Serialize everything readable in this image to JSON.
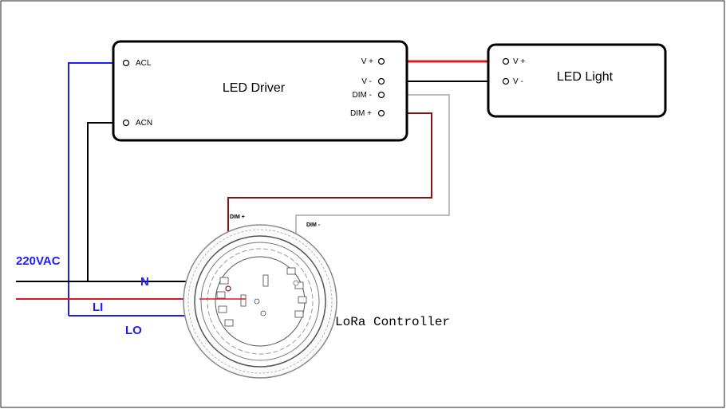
{
  "colors": {
    "blue": "#1c1cff",
    "black": "#000000",
    "red": "#e0161b",
    "darkred": "#8b1212",
    "gray": "#bdbdbd"
  },
  "driver": {
    "title": "LED Driver",
    "acl": "ACL",
    "acn": "ACN",
    "vplus": "V +",
    "vminus": "V -",
    "dimminus": "DIM -",
    "dimplus": "DIM +"
  },
  "light": {
    "title": "LED Light",
    "vplus": "V +",
    "vminus": "V -"
  },
  "mains": {
    "voltage": "220VAC",
    "n": "N",
    "li": "LI",
    "lo": "LO"
  },
  "controller": {
    "title": "LoRa Controller",
    "dimplus": "DIM +",
    "dimminus": "DIM -"
  }
}
